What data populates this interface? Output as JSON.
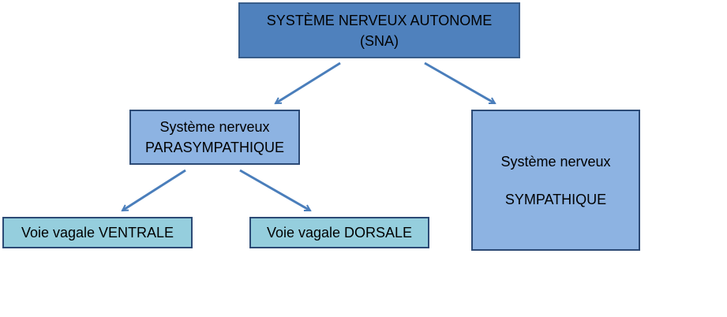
{
  "colors": {
    "dark_blue_fill": "#4f81bd",
    "dark_blue_border": "#385d8a",
    "medium_blue_fill": "#8db3e2",
    "medium_blue_border": "#2c4a75",
    "light_blue_fill": "#95cedd",
    "light_blue_border": "#2c4a75",
    "arrow": "#4a7ebb",
    "text": "#000000"
  },
  "nodes": {
    "sna": {
      "line1": "SYSTÈME NERVEUX AUTONOME",
      "line2": "(SNA)"
    },
    "parasympathique": {
      "line1": "Système nerveux",
      "line2": "PARASYMPATHIQUE"
    },
    "sympathique": {
      "line1": "Système nerveux",
      "line2": "SYMPATHIQUE"
    },
    "voie_ventrale": {
      "label": "Voie vagale VENTRALE"
    },
    "voie_dorsale": {
      "label": "Voie vagale DORSALE"
    }
  }
}
